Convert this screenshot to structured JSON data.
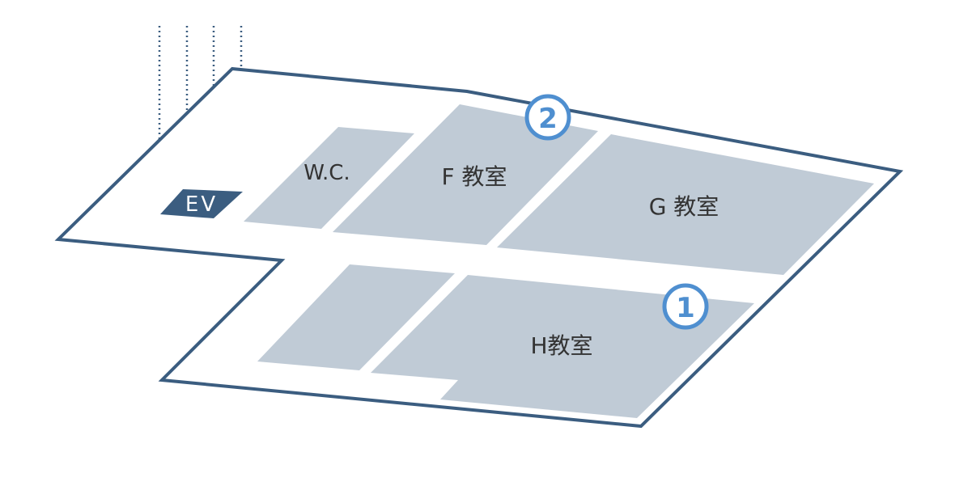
{
  "rooms": {
    "wc": "W.C.",
    "f": "F 教室",
    "g": "G 教室",
    "h": "H教室",
    "ev": "EV"
  },
  "markers": {
    "one": "1",
    "two": "2"
  },
  "colors": {
    "outline": "#3b5d80",
    "room_fill": "#c0cbd6",
    "ev_fill": "#3b5d80",
    "marker": "#4f8fd0",
    "label_text": "#333333"
  }
}
